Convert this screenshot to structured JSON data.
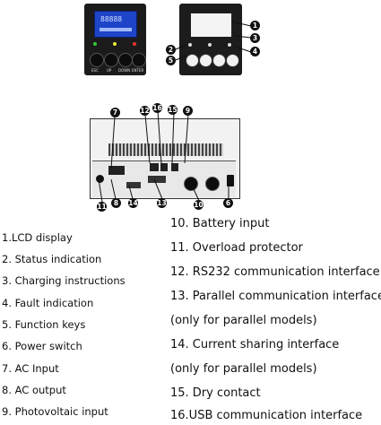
{
  "front_left": {
    "lcd_text": "88888",
    "key_labels": [
      "ESC",
      "UP",
      "DOWN",
      "ENTER"
    ]
  },
  "callouts": {
    "front": [
      "1",
      "2",
      "3",
      "4",
      "5"
    ],
    "rear": [
      "6",
      "7",
      "8",
      "9",
      "10",
      "11",
      "12",
      "13",
      "14",
      "15",
      "16"
    ]
  },
  "legend_left": [
    "1.LCD display",
    "2. Status indication",
    "3. Charging instructions",
    "4. Fault indication",
    "5. Function keys",
    "6. Power switch",
    "7. AC Input",
    "8. AC output",
    "9. Photovoltaic input"
  ],
  "legend_right": [
    "10. Battery input",
    "11. Overload protector",
    "12. RS232 communication interface",
    "13. Parallel communication interface",
    "(only for parallel models)",
    "14. Current sharing interface",
    "(only for parallel models)",
    "15. Dry contact",
    "16.USB communication interface"
  ]
}
